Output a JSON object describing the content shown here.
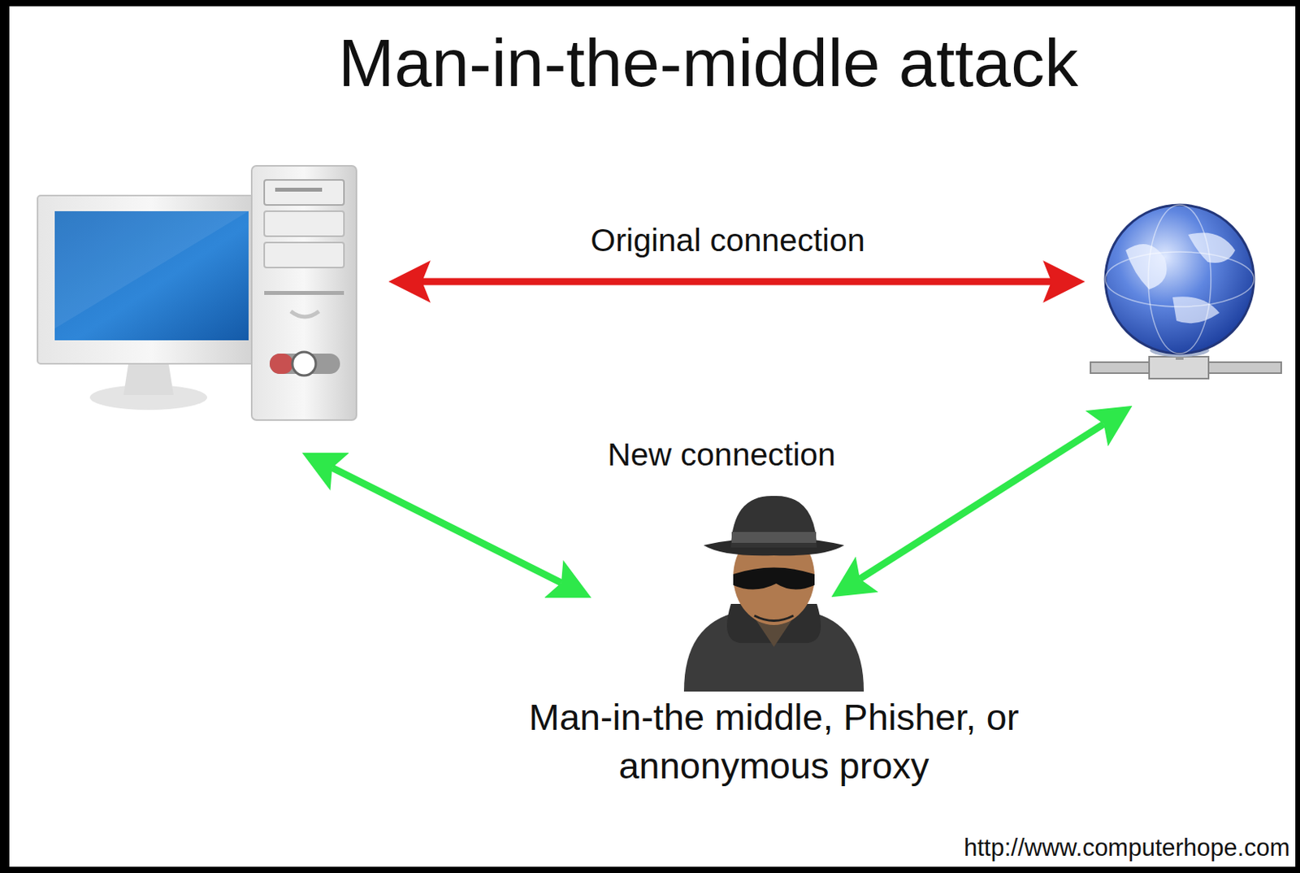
{
  "diagram": {
    "title": "Man-in-the-middle attack",
    "nodes": [
      {
        "text": [
          "Man-in-the middle, Phisher, or annonymous proxy"
        ]
      }
    ],
    "labels": [
      "Original connection",
      "New connection",
      "http://www.computerhope.com"
    ]
  }
}
